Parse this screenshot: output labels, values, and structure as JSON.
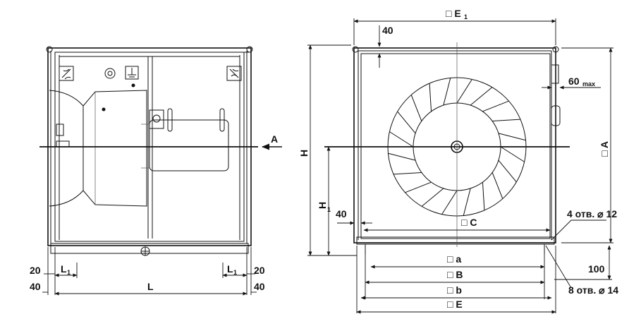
{
  "side_view": {
    "dim_L": "L",
    "dim_L1_left": "L",
    "dim_L1_right": "L",
    "sub_1": "1",
    "dim_20_left": "20",
    "dim_40_left": "40",
    "dim_20_right": "20",
    "dim_40_right": "40",
    "arrow_A": "A"
  },
  "front_view": {
    "dim_E1": "□ E",
    "dim_E1_sub": "1",
    "dim_40_top": "40",
    "dim_60max": "60",
    "dim_60max_sub": "max",
    "dim_A": "□ A",
    "dim_H": "H",
    "dim_H1": "H",
    "dim_H1_sub": "1",
    "dim_40_side": "40",
    "dim_C": "□ C",
    "holes_12": "4 отв. ⌀ 12",
    "dim_a": "□ a",
    "dim_B": "□ B",
    "dim_b": "□ b",
    "dim_E": "□ E",
    "dim_100": "100",
    "holes_14": "8 отв. ⌀ 14"
  }
}
